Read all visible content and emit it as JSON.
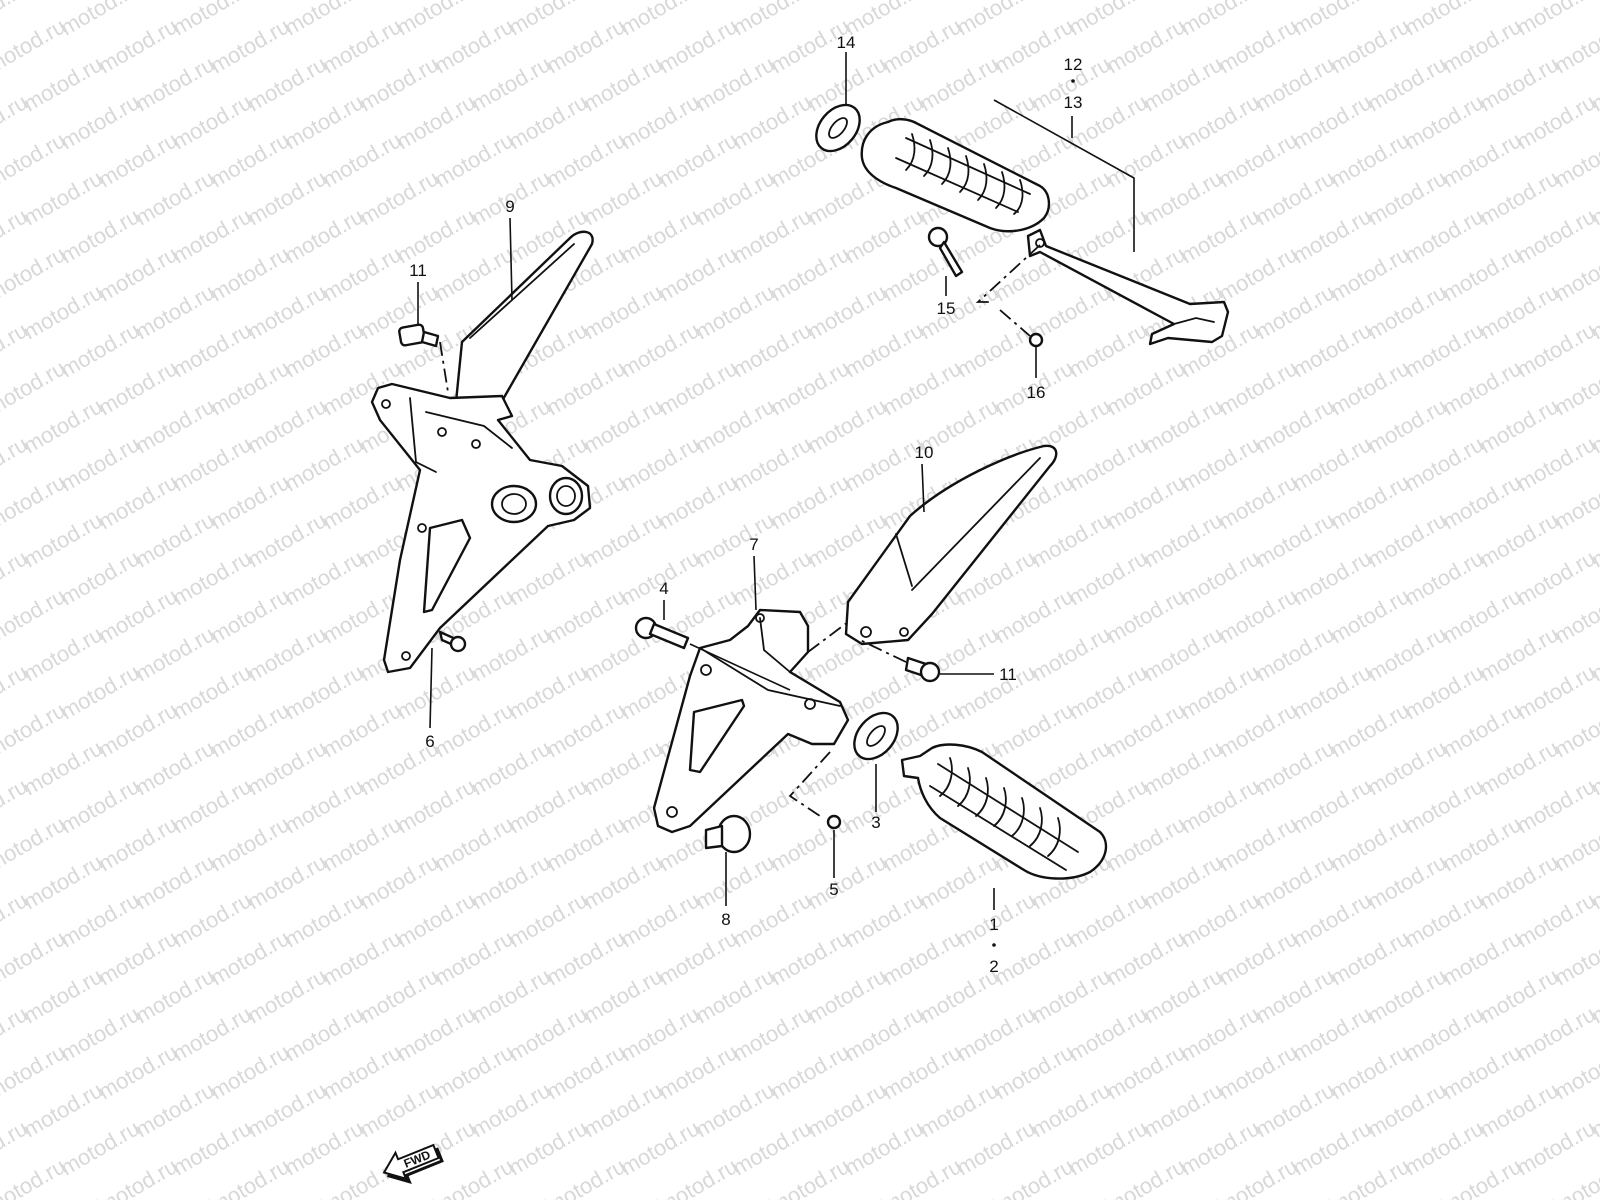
{
  "watermark": {
    "text": "motod.ru"
  },
  "callouts": [
    {
      "id": "c1",
      "text": "1"
    },
    {
      "id": "c2",
      "text": "2"
    },
    {
      "id": "c3",
      "text": "3"
    },
    {
      "id": "c4",
      "text": "4"
    },
    {
      "id": "c5",
      "text": "5"
    },
    {
      "id": "c6",
      "text": "6"
    },
    {
      "id": "c7",
      "text": "7"
    },
    {
      "id": "c8",
      "text": "8"
    },
    {
      "id": "c9",
      "text": "9"
    },
    {
      "id": "c10",
      "text": "10"
    },
    {
      "id": "c11a",
      "text": "11"
    },
    {
      "id": "c11b",
      "text": "11"
    },
    {
      "id": "c12",
      "text": "12"
    },
    {
      "id": "c13",
      "text": "13"
    },
    {
      "id": "c14",
      "text": "14"
    },
    {
      "id": "c15",
      "text": "15"
    },
    {
      "id": "c16",
      "text": "16"
    }
  ],
  "fwd_arrow": {
    "label": "FWD"
  }
}
